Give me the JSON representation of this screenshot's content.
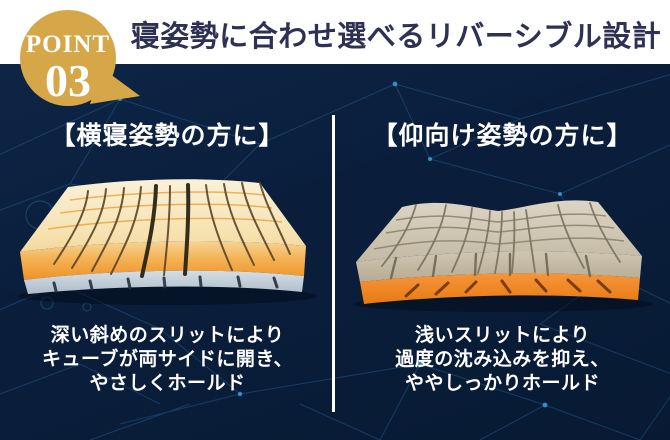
{
  "badge": {
    "label": "POINT",
    "number": "03",
    "color": "#d6a748"
  },
  "header": {
    "title": "寝姿勢に合わせ選べるリバーシブル設計",
    "band_color": "#ffffff",
    "title_color": "#2e3054"
  },
  "columns": {
    "left": {
      "heading": "【横寝姿勢の方に】",
      "pillow": "deep-diagonal-slit-pillow",
      "description_lines": [
        "深い斜めのスリットにより",
        "キューブが両サイドに開き、",
        "やさしくホールド"
      ]
    },
    "right": {
      "heading": "【仰向け姿勢の方に】",
      "pillow": "shallow-slit-pillow",
      "description_lines": [
        "浅いスリットにより",
        "過度の沈み込みを抑え、",
        "ややしっかりホールド"
      ]
    }
  },
  "colors": {
    "background_navy": "#0a1e3c",
    "network_line_blue": "#2d6ea8",
    "accent_gold": "#d6a748",
    "pillow_left_top": "#f8ecca",
    "pillow_left_front": "#f09d33",
    "pillow_left_base": "#c4cfd8",
    "pillow_right_top": "#cfc6b2",
    "pillow_right_base": "#ee8722",
    "text_white": "#ffffff"
  }
}
